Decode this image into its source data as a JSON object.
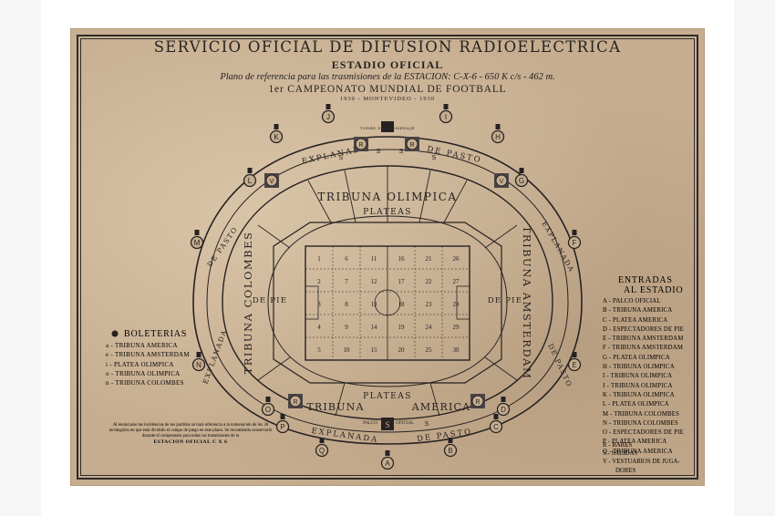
{
  "header": {
    "title": "SERVICIO OFICIAL DE DIFUSION RADIOELECTRICA",
    "subtitle": "ESTADIO OFICIAL",
    "reference": "Plano de referencia para las trasmisiones de la ESTACION: C-X-6 - 650 K c/s - 462 m.",
    "championship": "1er CAMPEONATO MUNDIAL DE FOOTBALL",
    "dates": "1930 - MONTEVIDEO - 1930"
  },
  "stands": {
    "olimpica": "TRIBUNA OLIMPICA",
    "colombes": "TRIBUNA COLOMBES",
    "amsterdam": "TRIBUNA AMSTERDAM",
    "america_a": "TRIBUNA",
    "america_b": "AMERICA",
    "plateas": "PLATEAS",
    "de_pie": "DE PIE",
    "explanada": "EXPLANADA",
    "de_pasto": "DE PASTO",
    "torre": "TORRE DEL HOMENAJE",
    "palco": "PALCO",
    "oficial": "OFICIAL"
  },
  "field_numbers": [
    "1",
    "6",
    "11",
    "16",
    "21",
    "26",
    "2",
    "7",
    "12",
    "17",
    "22",
    "27",
    "3",
    "8",
    "13",
    "18",
    "23",
    "28",
    "4",
    "9",
    "14",
    "19",
    "24",
    "29",
    "5",
    "10",
    "15",
    "20",
    "25",
    "30"
  ],
  "gate_letters": [
    "J",
    "I",
    "K",
    "H",
    "L",
    "G",
    "M",
    "F",
    "N",
    "E",
    "O",
    "D",
    "P",
    "C",
    "Q",
    "B",
    "A",
    "V",
    "V",
    "R",
    "R",
    "R",
    "R",
    "S",
    "S",
    "S",
    "S",
    "S"
  ],
  "boleterias": {
    "title": "BOLETERIAS",
    "items": [
      "a - TRIBUNA AMERICA",
      "e - TRIBUNA AMSTERDAM",
      "i - PLATEA OLIMPICA",
      "o - TRIBUNA OLIMPICA",
      "u - TRIBUNA COLOMBES"
    ]
  },
  "entradas": {
    "title_1": "ENTRADAS",
    "title_2": "AL ESTADIO",
    "items": [
      "A - PALCO OFICIAL",
      "B - TRIBUNA AMERICA",
      "C - PLATEA AMERICA",
      "D - ESPECTADORES DE PIE",
      "E - TRIBUNA AMSTERDAM",
      "F - TRIBUNA AMSTERDAM",
      "G - PLATEA OLIMPICA",
      "H - TRIBUNA OLIMPICA",
      "I - TRIBUNA OLIMPICA",
      "J - TRIBUNA OLIMPICA",
      "K - TRIBUNA OLIMPICA",
      "L - PLATEA OLIMPICA",
      "M - TRIBUNA COLOMBES",
      "N - TRIBUNA COLOMBES",
      "O - ESPECTADORES DE PIE",
      "P - PLATEA AMERICA",
      "Q - TRIBUNA AMERICA"
    ]
  },
  "extras": [
    "R - BARES",
    "S - SALIDAS",
    "V - VESTUARIOS DE JUGA-",
    "DORES"
  ],
  "note": {
    "text": "Al enunciarse las incidencias de los partidos se hará referencia a la numeración de los 30 rectángulos en que está dividido el campo de juego en este plano. Se recomienda conservarlo durante el campeonato para todas las trasmisiones de la",
    "station": "ESTACION OFICIAL C X 6"
  },
  "colors": {
    "paper": "#c6ad8f",
    "ink": "#262222",
    "mat": "#ffffff"
  }
}
